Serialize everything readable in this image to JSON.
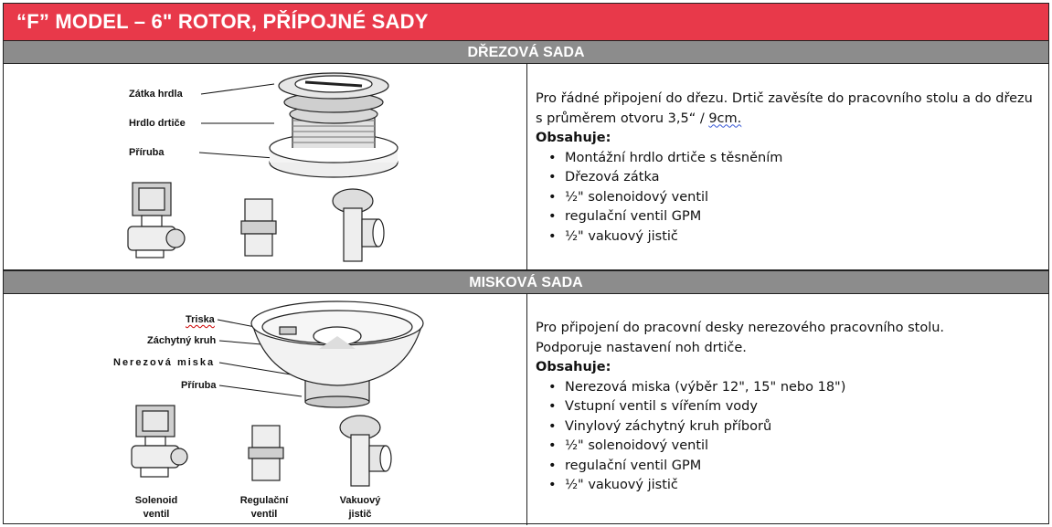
{
  "title": "“F” MODEL – 6\" ROTOR, PŘÍPOJNÉ SADY",
  "sink_kit": {
    "header": "DŘEZOVÁ SADA",
    "callouts": [
      "Zátka hrdla",
      "Hrdlo drtiče",
      "Příruba"
    ],
    "description_lines": [
      "Pro řádné připojení do dřezu. Drtič zavěsíte do pracovního stolu a do dřezu",
      "s průměrem otvoru 3,5“ / "
    ],
    "description_unit": "9cm.",
    "contains_label": "Obsahuje:",
    "items": [
      "Montážní hrdlo drtiče s těsněním",
      "Dřezová zátka",
      "½\" solenoidový ventil",
      "regulační ventil GPM",
      "½\" vakuový jistič"
    ]
  },
  "bowl_kit": {
    "header": "MISKOVÁ SADA",
    "callout_triska": "Triska",
    "callouts": [
      "Záchytný kruh",
      "Nerezová miska",
      "Příruba"
    ],
    "captions": [
      {
        "line1": "Solenoid",
        "line2": "ventil"
      },
      {
        "line1": "Regulační",
        "line2": "ventil"
      },
      {
        "line1": "Vakuový",
        "line2": "jistič"
      }
    ],
    "description_lines": [
      "Pro připojení do pracovní desky nerezového pracovního stolu.",
      "Podporuje nastavení noh drtiče."
    ],
    "contains_label": "Obsahuje:",
    "items": [
      "Nerezová miska (výběr 12\", 15\" nebo 18\")",
      "Vstupní ventil s vířením vody",
      "Vinylový záchytný kruh příborů",
      "½\" solenoidový ventil",
      "regulační ventil GPM",
      "½\" vakuový jistič"
    ]
  },
  "colors": {
    "title_bar": "#e8394a",
    "section_bar": "#8c8c8c"
  }
}
